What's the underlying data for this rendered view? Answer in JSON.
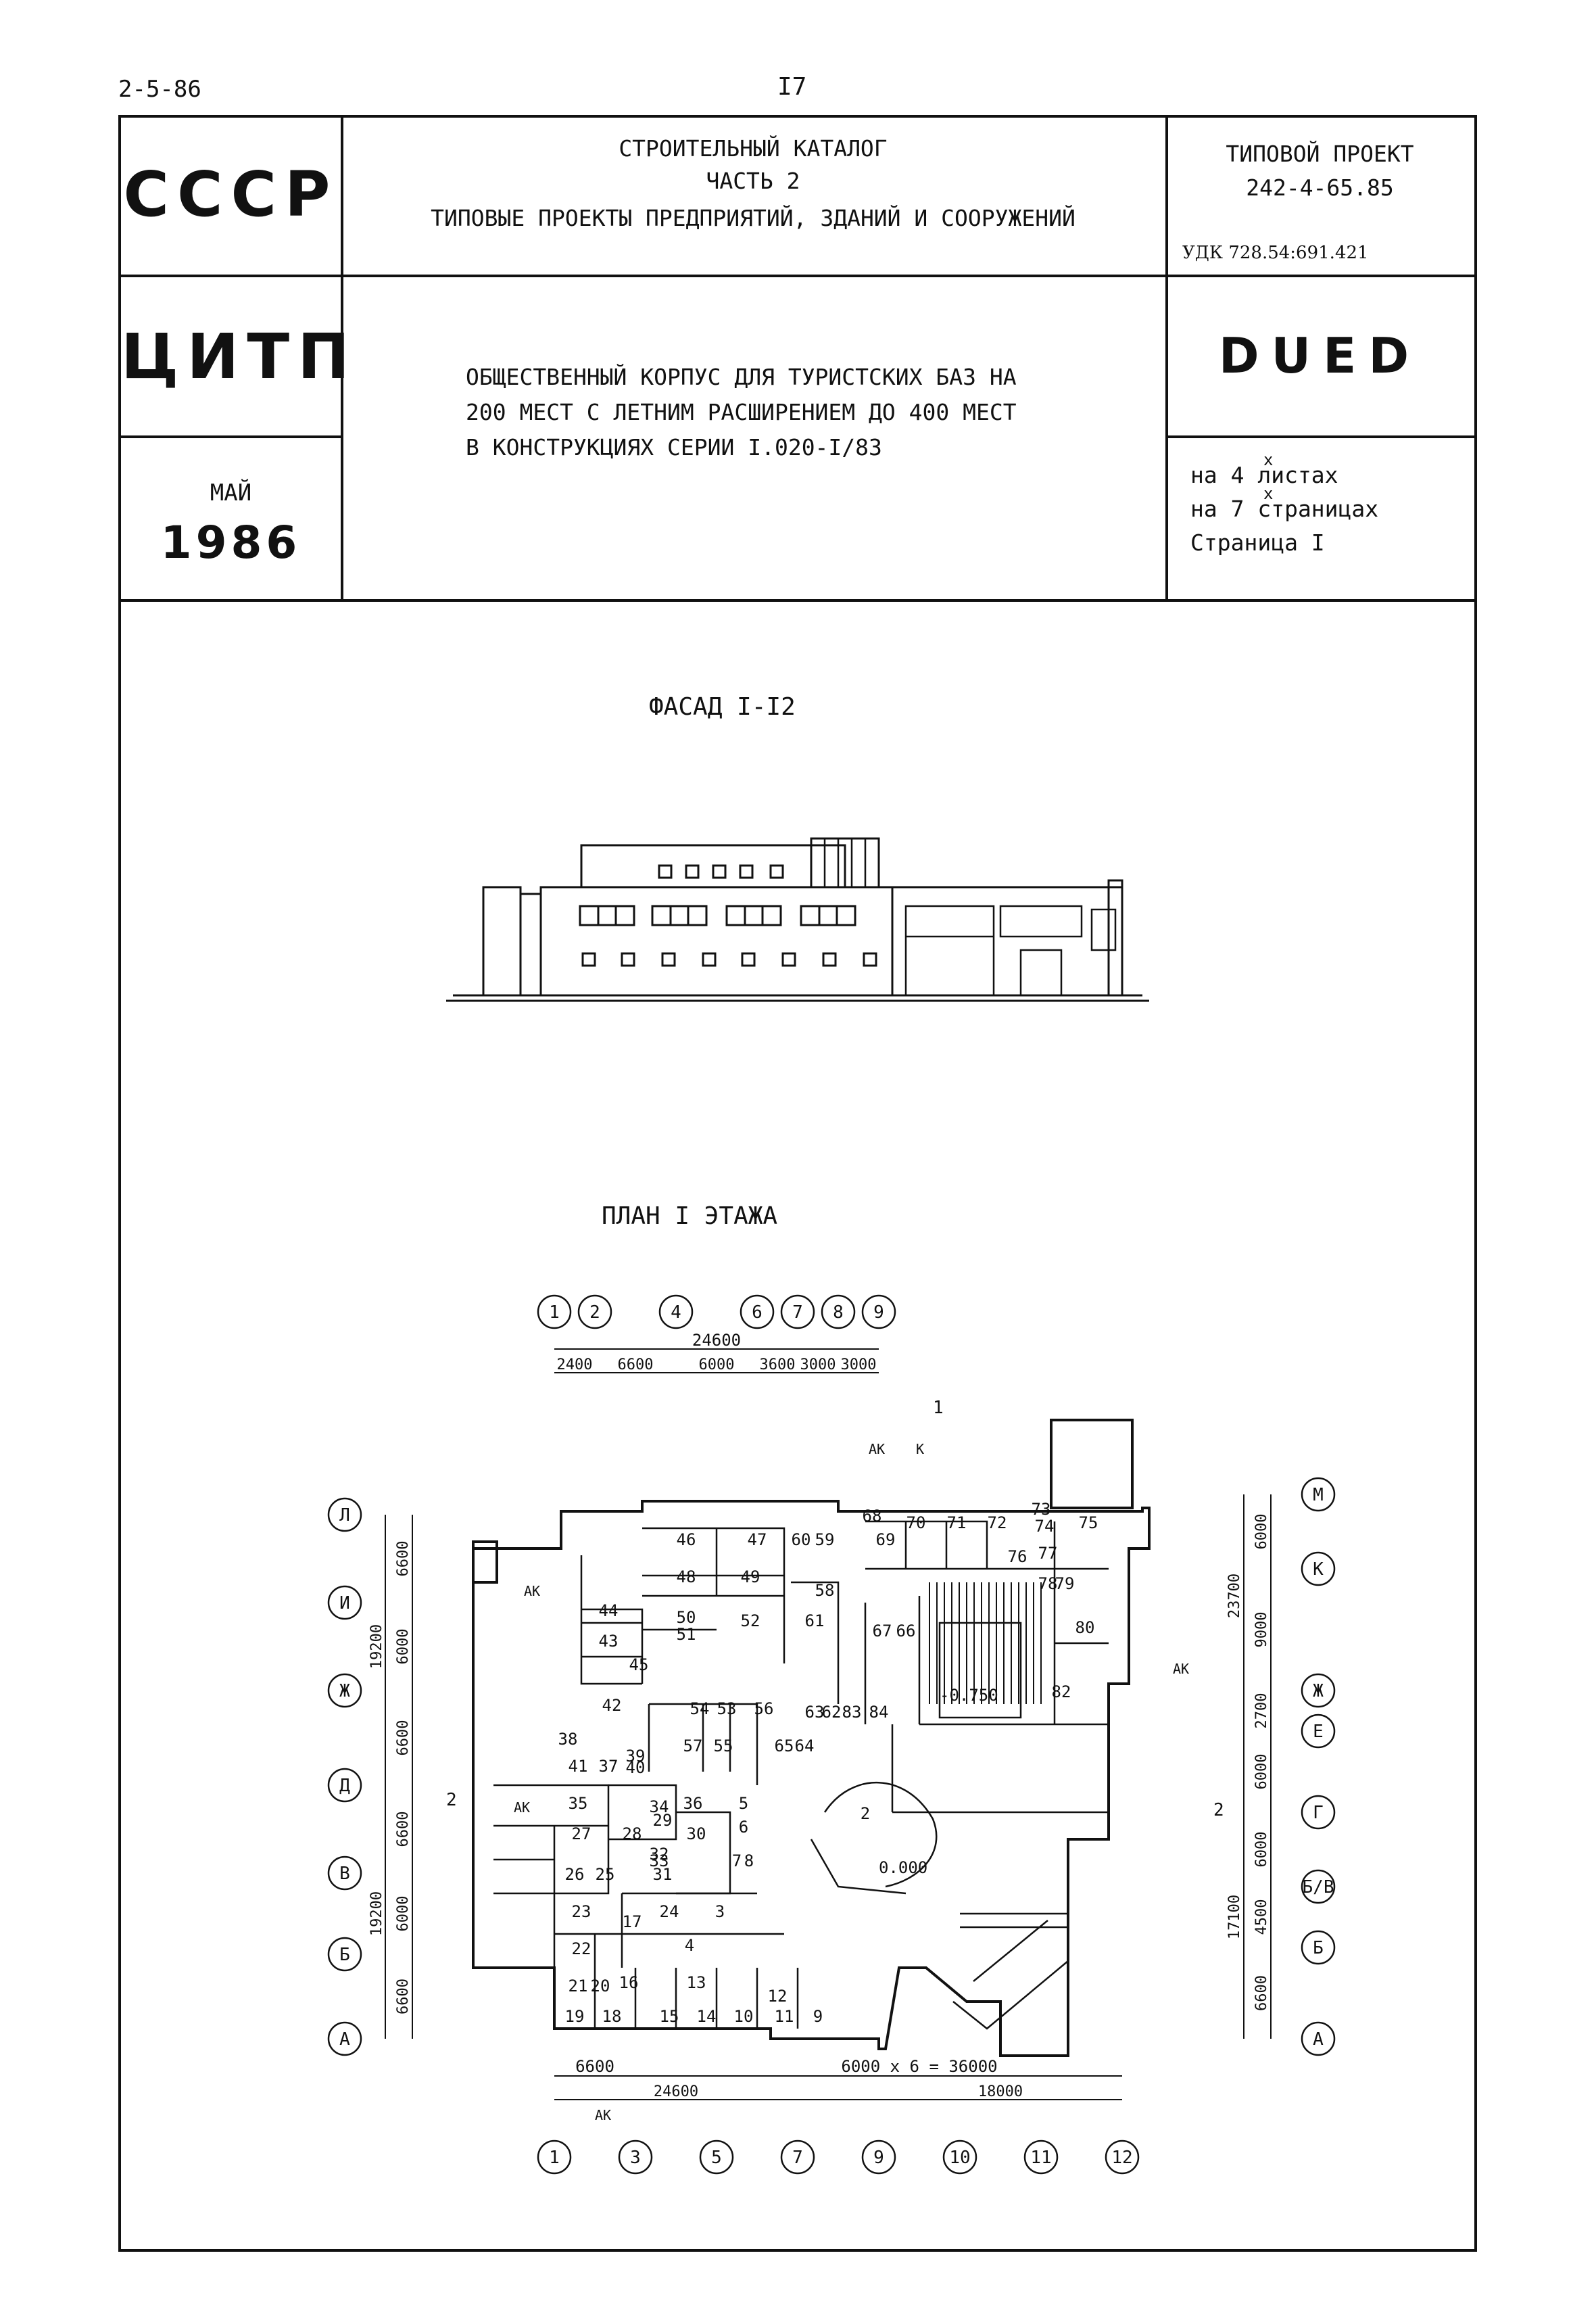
{
  "header": {
    "sheet_code": "2-5-86",
    "page_number": "I7"
  },
  "stamp": {
    "country": "СССР",
    "catalog_line1": "СТРОИТЕЛЬНЫЙ КАТАЛОГ",
    "catalog_line2": "ЧАСТЬ 2",
    "catalog_line3": "ТИПОВЫЕ ПРОЕКТЫ ПРЕДПРИЯТИЙ, ЗДАНИЙ И СООРУЖЕНИЙ",
    "project_label": "ТИПОВОЙ ПРОЕКТ",
    "project_number": "242-4-65.85",
    "udk": "УДК 728.54:691.421",
    "org": "ЦИТП",
    "title_line1": "ОБЩЕСТВЕННЫЙ КОРПУС ДЛЯ ТУРИСТСКИХ БАЗ НА",
    "title_line2": "200 МЕСТ С ЛЕТНИМ РАСШИРЕНИЕМ ДО 400 МЕСТ",
    "title_line3": "В КОНСТРУКЦИЯХ СЕРИИ  I.020-I/83",
    "code": "DUED",
    "month": "МАЙ",
    "year": "1986",
    "sheets_line": "на   4  листах",
    "pages_line": "на   7  страницах",
    "page_line": "Страница I",
    "superscript": "х"
  },
  "facade": {
    "title": "ФАСАД  I-I2"
  },
  "plan": {
    "title": "ПЛАН  I  ЭТАЖА",
    "top_axes": [
      "1",
      "2",
      "4",
      "6",
      "7",
      "8",
      "9"
    ],
    "top_total": "24600",
    "top_dims": [
      "2400",
      "6600",
      "6000",
      "3600",
      "3000",
      "3000"
    ],
    "bottom_axes": [
      "1",
      "3",
      "5",
      "7",
      "9",
      "10",
      "11",
      "12"
    ],
    "bottom_dims": [
      "6600",
      "6000 x 6 = 36000"
    ],
    "bottom_sub": [
      "24600",
      "18000"
    ],
    "left_axes": [
      "Л",
      "И",
      "Ж",
      "Д",
      "В",
      "Б",
      "А"
    ],
    "left_dims": [
      "6600",
      "6000",
      "6600",
      "6600",
      "6000",
      "6600"
    ],
    "left_totals": [
      "19200",
      "19200"
    ],
    "right_axes": [
      "М",
      "К",
      "Ж",
      "Е",
      "Г",
      "Б/В",
      "Б",
      "А"
    ],
    "right_dims": [
      "6000",
      "9000",
      "2700",
      "6000",
      "6000",
      "4500",
      "6600"
    ],
    "right_totals": [
      "23700",
      "17100"
    ],
    "elevation_1": "-0.750",
    "elevation_2": "0.000",
    "section_marks": [
      "1",
      "1",
      "2",
      "2"
    ],
    "ak_label": "АК",
    "k_label": "К",
    "room_numbers": [
      "2",
      "3",
      "4",
      "5",
      "6",
      "7",
      "8",
      "9",
      "10",
      "11",
      "12",
      "13",
      "14",
      "15",
      "16",
      "17",
      "18",
      "19",
      "20",
      "21",
      "22",
      "23",
      "24",
      "25",
      "26",
      "27",
      "28",
      "29",
      "30",
      "31",
      "32",
      "33",
      "34",
      "35",
      "36",
      "37",
      "38",
      "39",
      "40",
      "41",
      "42",
      "43",
      "44",
      "45",
      "46",
      "47",
      "48",
      "49",
      "50",
      "51",
      "52",
      "53",
      "54",
      "55",
      "56",
      "57",
      "58",
      "59",
      "60",
      "61",
      "62",
      "63",
      "64",
      "65",
      "66",
      "67",
      "68",
      "69",
      "70",
      "71",
      "72",
      "73",
      "74",
      "75",
      "76",
      "77",
      "78",
      "79",
      "80",
      "82",
      "83",
      "84"
    ]
  }
}
